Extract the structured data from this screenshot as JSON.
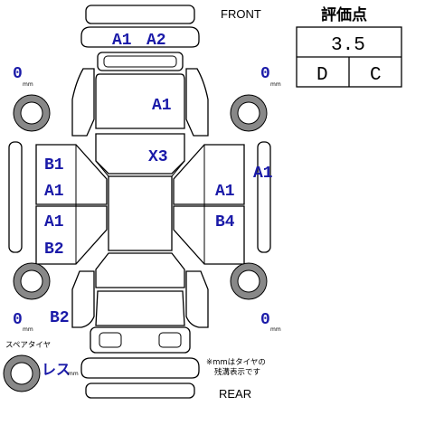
{
  "labels": {
    "front": "FRONT",
    "rear": "REAR",
    "spare_tire": "スペアタイヤ",
    "note_line1": "※mmはタイヤの",
    "note_line2": "残溝表示です",
    "mm_unit": "mm"
  },
  "score": {
    "title": "評価点",
    "overall": "3.5",
    "interior": "D",
    "exterior": "C"
  },
  "damage_marks": {
    "front_bumper_left": "A1",
    "front_bumper_right": "A2",
    "hood": "A1",
    "windshield": "X3",
    "left_front_door_upper": "B1",
    "left_front_door_lower": "A1",
    "left_rear_door_upper": "A1",
    "left_rear_door_lower": "B2",
    "left_rear_quarter": "B2",
    "right_front_door": "A1",
    "right_rear_door": "B4",
    "right_fender": "A1"
  },
  "tread_depth": {
    "front_left": "0",
    "front_right": "0",
    "rear_left": "0",
    "rear_right": "0",
    "spare": "レス"
  }
}
